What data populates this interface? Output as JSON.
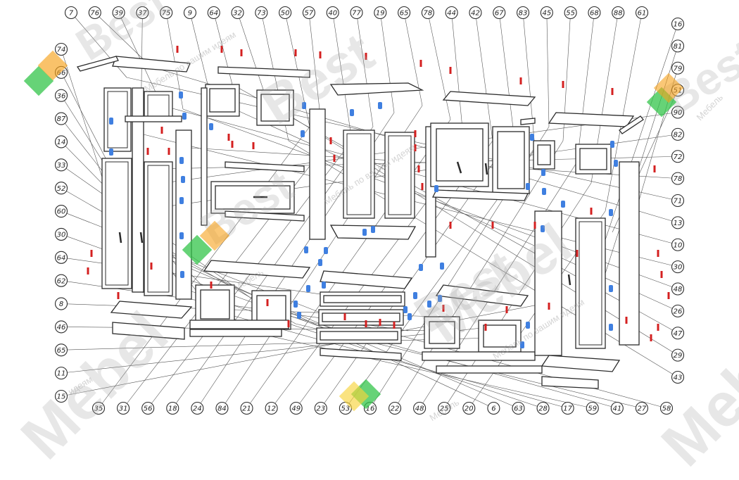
{
  "diagram": {
    "callouts": {
      "top": [
        "7",
        "76",
        "39",
        "37",
        "75",
        "9",
        "64",
        "32",
        "73",
        "50",
        "57",
        "40",
        "77",
        "19",
        "65",
        "78",
        "44",
        "42",
        "67",
        "83",
        "45",
        "55",
        "68",
        "88",
        "61"
      ],
      "left": [
        "74",
        "66",
        "36",
        "87",
        "14",
        "33",
        "52",
        "60",
        "30",
        "64",
        "62",
        "8",
        "46",
        "65",
        "11",
        "15"
      ],
      "right": [
        "16",
        "81",
        "79",
        "51",
        "90",
        "82",
        "72",
        "78",
        "71",
        "13",
        "10",
        "30",
        "48",
        "26",
        "47",
        "29",
        "43"
      ],
      "bottom": [
        "35",
        "31",
        "56",
        "18",
        "24",
        "84",
        "21",
        "12",
        "49",
        "23",
        "53",
        "16",
        "22",
        "48",
        "25",
        "20",
        "6",
        "63",
        "28",
        "17",
        "59",
        "41",
        "27",
        "58"
      ]
    }
  },
  "watermark": {
    "brand": "Best",
    "brand2": "Mebel",
    "slogan": "Мебель по вашим идеям",
    "slogan_short": "Мебель",
    "slogan_alt": "идеям"
  },
  "colors": {
    "line": "#2b2b2b",
    "hardware_blue": "#3f7fe0",
    "hardware_red": "#d42020",
    "watermark": "#aaaaaa",
    "logo_green": "#33c44a",
    "logo_orange": "#f6a21a",
    "logo_yellow": "#f7d43c"
  }
}
